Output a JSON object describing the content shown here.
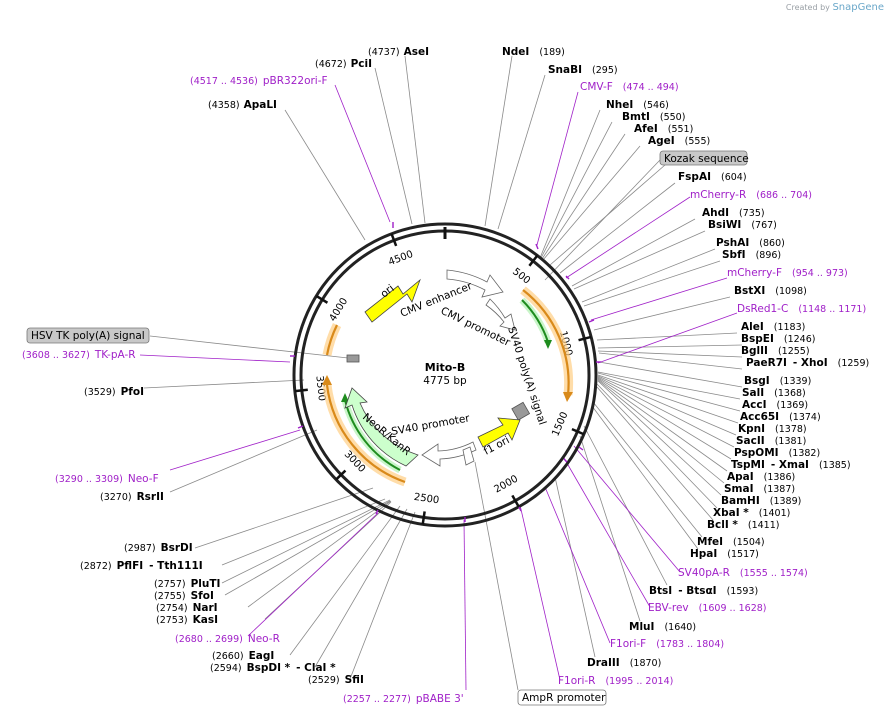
{
  "brand": {
    "created_by": "Created by",
    "name": "SnapGene"
  },
  "plasmid": {
    "name": "Mito-B",
    "size": "4775 bp"
  },
  "ticks": [
    "500",
    "1000",
    "1500",
    "2000",
    "2500",
    "3000",
    "3500",
    "4000",
    "4500"
  ],
  "features": [
    {
      "name": "ori",
      "label": "ori"
    },
    {
      "name": "cmv-enhancer",
      "label": "CMV enhancer"
    },
    {
      "name": "cmv-promoter",
      "label": "CMV promoter"
    },
    {
      "name": "sv40-polya",
      "label": "SV40 poly(A) signal"
    },
    {
      "name": "f1-ori",
      "label": "f1 ori"
    },
    {
      "name": "sv40-promoter",
      "label": "SV40 promoter"
    },
    {
      "name": "neor-kanr",
      "label": "NeoR/KanR"
    }
  ],
  "boxed": {
    "kozak": "Kozak sequence",
    "hsv": "HSV TK poly(A) signal",
    "ampr": "AmpR promoter"
  },
  "sites_top": [
    {
      "pos": "(4737)",
      "name": "AseI"
    },
    {
      "name": "NdeI",
      "pos": "(189)"
    },
    {
      "pos": "(4672)",
      "name": "PciI"
    },
    {
      "name": "SnaBI",
      "pos": "(295)"
    },
    {
      "pos": "(4358)",
      "name": "ApaLI"
    }
  ],
  "sites_right": [
    {
      "name": "NheI",
      "pos": "(546)"
    },
    {
      "name": "BmtI",
      "pos": "(550)"
    },
    {
      "name": "AfeI",
      "pos": "(551)"
    },
    {
      "name": "AgeI",
      "pos": "(555)"
    },
    {
      "name": "FspAI",
      "pos": "(604)"
    },
    {
      "name": "AhdI",
      "pos": "(735)"
    },
    {
      "name": "BsiWI",
      "pos": "(767)"
    },
    {
      "name": "PshAI",
      "pos": "(860)"
    },
    {
      "name": "SbfI",
      "pos": "(896)"
    },
    {
      "name": "BstXI",
      "pos": "(1098)"
    },
    {
      "name": "AleI",
      "pos": "(1183)"
    },
    {
      "name": "BspEI",
      "pos": "(1246)"
    },
    {
      "name": "BglII",
      "pos": "(1255)"
    },
    {
      "name": "PaeR7I",
      "extra": "- XhoI",
      "pos": "(1259)"
    },
    {
      "name": "BsgI",
      "pos": "(1339)"
    },
    {
      "name": "SalI",
      "pos": "(1368)"
    },
    {
      "name": "AccI",
      "pos": "(1369)"
    },
    {
      "name": "Acc65I",
      "pos": "(1374)"
    },
    {
      "name": "KpnI",
      "pos": "(1378)"
    },
    {
      "name": "SacII",
      "pos": "(1381)"
    },
    {
      "name": "PspOMI",
      "pos": "(1382)"
    },
    {
      "name": "TspMI",
      "extra": "- XmaI",
      "pos": "(1385)"
    },
    {
      "name": "ApaI",
      "pos": "(1386)"
    },
    {
      "name": "SmaI",
      "pos": "(1387)"
    },
    {
      "name": "BamHI",
      "pos": "(1389)"
    },
    {
      "name": "XbaI *",
      "pos": "(1401)"
    },
    {
      "name": "BclI *",
      "pos": "(1411)"
    },
    {
      "name": "MfeI",
      "pos": "(1504)"
    },
    {
      "name": "HpaI",
      "pos": "(1517)"
    },
    {
      "name": "BtsI",
      "extra": "- BtsαI",
      "pos": "(1593)"
    },
    {
      "name": "MluI",
      "pos": "(1640)"
    },
    {
      "name": "DraIII",
      "pos": "(1870)"
    }
  ],
  "sites_left": [
    {
      "pos": "(3529)",
      "name": "PfoI"
    },
    {
      "pos": "(3270)",
      "name": "RsrII"
    },
    {
      "pos": "(2987)",
      "name": "BsrDI"
    },
    {
      "pos": "(2872)",
      "name": "PflFI",
      "extra": "- Tth111I"
    },
    {
      "pos": "(2757)",
      "name": "PluTI"
    },
    {
      "pos": "(2755)",
      "name": "SfoI"
    },
    {
      "pos": "(2754)",
      "name": "NarI"
    },
    {
      "pos": "(2753)",
      "name": "KasI"
    },
    {
      "pos": "(2660)",
      "name": "EagI"
    },
    {
      "pos": "(2594)",
      "name": "BspDI *",
      "extra": "- ClaI *"
    },
    {
      "pos": "(2529)",
      "name": "SfiI"
    }
  ],
  "primers": [
    {
      "pos": "(4517 .. 4536)",
      "name": "pBR322ori-F"
    },
    {
      "name": "CMV-F",
      "pos": "(474 .. 494)"
    },
    {
      "name": "mCherry-R",
      "pos": "(686 .. 704)"
    },
    {
      "name": "mCherry-F",
      "pos": "(954 .. 973)"
    },
    {
      "name": "DsRed1-C",
      "pos": "(1148 .. 1171)"
    },
    {
      "pos": "(3608 .. 3627)",
      "name": "TK-pA-R"
    },
    {
      "pos": "(3290 .. 3309)",
      "name": "Neo-F"
    },
    {
      "name": "SV40pA-R",
      "pos": "(1555 .. 1574)"
    },
    {
      "name": "EBV-rev",
      "pos": "(1609 .. 1628)"
    },
    {
      "name": "F1ori-F",
      "pos": "(1783 .. 1804)"
    },
    {
      "pos": "(2680 .. 2699)",
      "name": "Neo-R"
    },
    {
      "name": "F1ori-R",
      "pos": "(1995 .. 2014)"
    },
    {
      "pos": "(2257 .. 2277)",
      "name": "pBABE 3'"
    }
  ]
}
